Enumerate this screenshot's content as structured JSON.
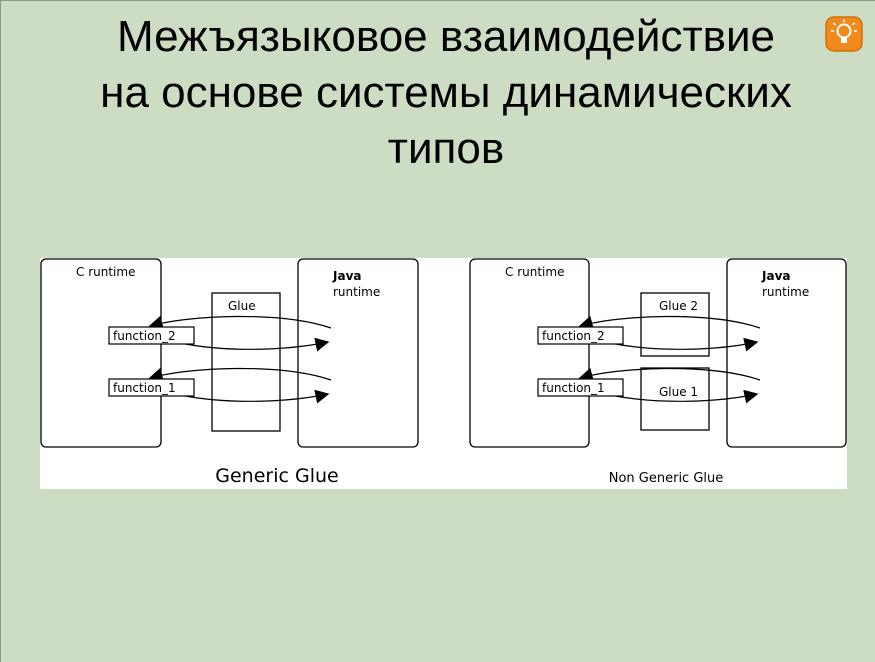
{
  "slide": {
    "title_lines": [
      "Межъязыковое взаимодействие",
      "на основе системы динамических",
      "типов"
    ],
    "icon": "lightbulb-icon"
  },
  "diagram": {
    "left": {
      "c_runtime": "C runtime",
      "java_line1": "Java",
      "java_line2": "runtime",
      "glue": "Glue",
      "function_2": "function_2",
      "function_1": "function_1",
      "caption": "Generic Glue"
    },
    "right": {
      "c_runtime": "C runtime",
      "java_line1": "Java",
      "java_line2": "runtime",
      "glue_2": "Glue 2",
      "glue_1": "Glue 1",
      "function_2": "function_2",
      "function_1": "function_1",
      "caption": "Non Generic Glue"
    }
  },
  "colors": {
    "background": "#cdddc3",
    "bulb": "#f08a1c"
  }
}
